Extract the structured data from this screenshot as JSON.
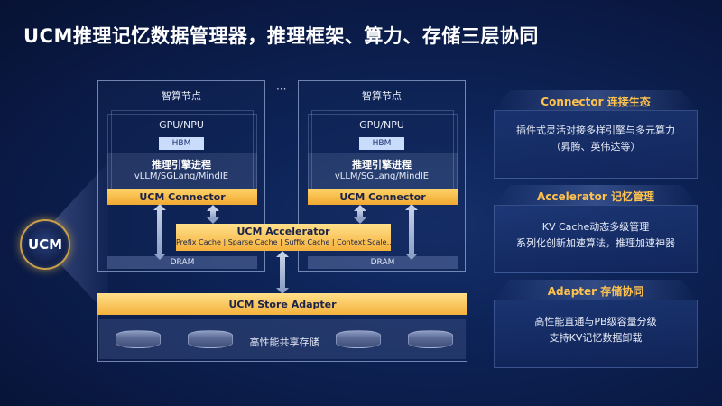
{
  "title": "UCM推理记忆数据管理器，推理框架、算力、存储三层协同",
  "ucm_label": "UCM",
  "ellipsis": "···",
  "nodes": [
    {
      "title": "智算节点",
      "gpu": "GPU/NPU",
      "hbm": "HBM",
      "engine_title": "推理引擎进程",
      "engine_sub": "vLLM/SGLang/MindIE",
      "connector": "UCM Connector",
      "dram": "DRAM"
    },
    {
      "title": "智算节点",
      "gpu": "GPU/NPU",
      "hbm": "HBM",
      "engine_title": "推理引擎进程",
      "engine_sub": "vLLM/SGLang/MindIE",
      "connector": "UCM Connector",
      "dram": "DRAM"
    }
  ],
  "accelerator": {
    "title": "UCM Accelerator",
    "sub": "Prefix Cache | Sparse Cache | Suffix Cache | Context Scale..."
  },
  "storage": {
    "adapter": "UCM Store Adapter",
    "label": "高性能共享存储"
  },
  "panels": [
    {
      "head": "Connector 连接生态",
      "line1": "插件式灵活对接多样引擎与多元算力",
      "line2": "（昇腾、英伟达等）"
    },
    {
      "head": "Accelerator 记忆管理",
      "line1": "KV Cache动态多级管理",
      "line2": "系列化创新加速算法，推理加速神器"
    },
    {
      "head": "Adapter 存储协同",
      "line1": "高性能直通与PB级容量分级",
      "line2": "支持KV记忆数据卸载"
    }
  ],
  "colors": {
    "accent_orange": "#f5b13c",
    "panel_heading": "#ffc24d",
    "background": "#0d2357"
  }
}
